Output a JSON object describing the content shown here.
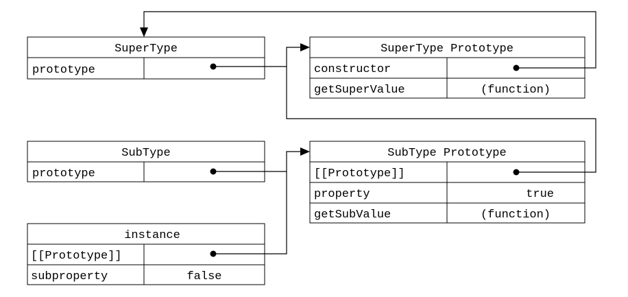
{
  "diagram": {
    "supertype": {
      "title": "SuperType",
      "rows": [
        {
          "key": "prototype",
          "value": ""
        }
      ]
    },
    "supertype_prototype": {
      "title": "SuperType Prototype",
      "rows": [
        {
          "key": "constructor",
          "value": ""
        },
        {
          "key": "getSuperValue",
          "value": "(function)"
        }
      ]
    },
    "subtype": {
      "title": "SubType",
      "rows": [
        {
          "key": "prototype",
          "value": ""
        }
      ]
    },
    "subtype_prototype": {
      "title": "SubType Prototype",
      "rows": [
        {
          "key": "[[Prototype]]",
          "value": ""
        },
        {
          "key": "property",
          "value": "true"
        },
        {
          "key": "getSubValue",
          "value": "(function)"
        }
      ]
    },
    "instance": {
      "title": "instance",
      "rows": [
        {
          "key": "[[Prototype]]",
          "value": ""
        },
        {
          "key": "subproperty",
          "value": "false"
        }
      ]
    },
    "stroke_color": "#000000",
    "background_color": "#ffffff"
  }
}
